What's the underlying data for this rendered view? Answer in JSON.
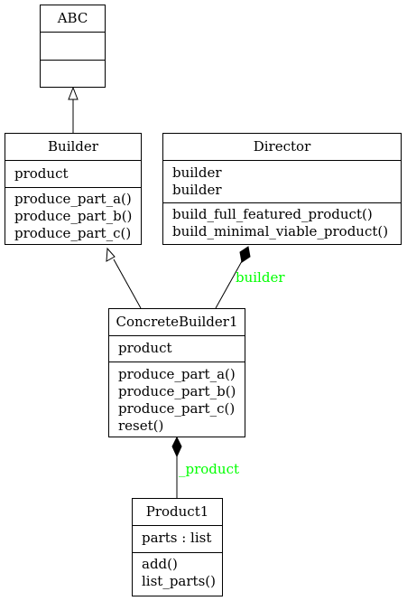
{
  "classes": {
    "abc": {
      "name": "ABC",
      "attributes": [],
      "methods": []
    },
    "builder": {
      "name": "Builder",
      "attributes": [
        "product"
      ],
      "methods": [
        "produce_part_a()",
        "produce_part_b()",
        "produce_part_c()"
      ]
    },
    "director": {
      "name": "Director",
      "attributes": [
        "builder",
        "builder"
      ],
      "methods": [
        "build_full_featured_product()",
        "build_minimal_viable_product()"
      ]
    },
    "concrete_builder": {
      "name": "ConcreteBuilder1",
      "attributes": [
        "product"
      ],
      "methods": [
        "produce_part_a()",
        "produce_part_b()",
        "produce_part_c()",
        "reset()"
      ]
    },
    "product": {
      "name": "Product1",
      "attributes": [
        "parts : list"
      ],
      "methods": [
        "add()",
        "list_parts()"
      ]
    }
  },
  "edges": {
    "director_builder_label": "builder",
    "concrete_product_label": "_product"
  },
  "colors": {
    "edge_label": "#00ff00",
    "line": "#000000"
  }
}
